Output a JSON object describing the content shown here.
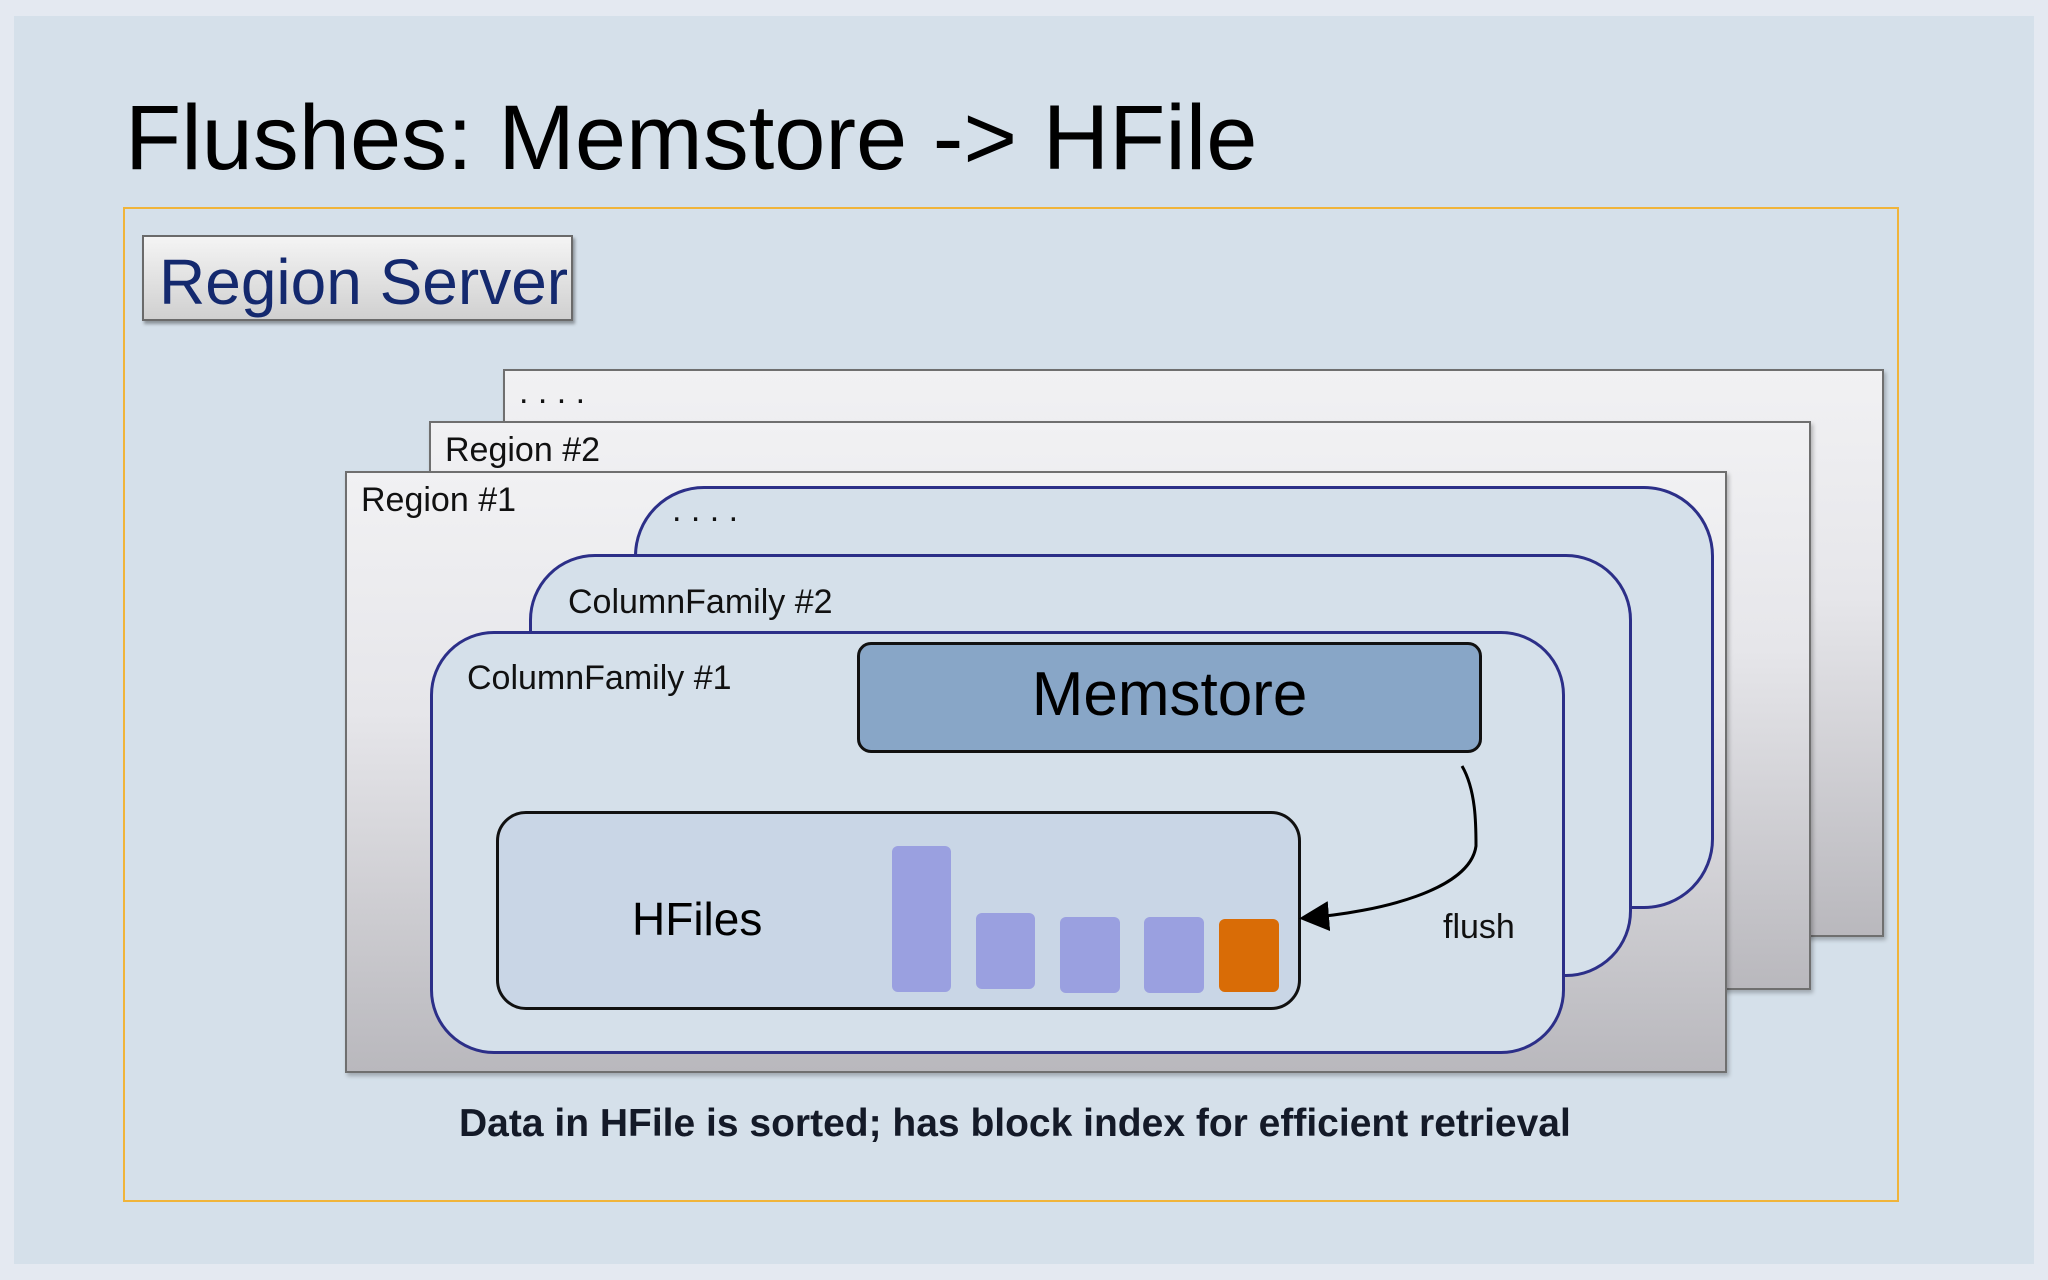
{
  "title": "Flushes: Memstore -> HFile",
  "region_server": {
    "label": "Region Server"
  },
  "regions": {
    "back": ". . . .",
    "r2": "Region #2",
    "r1": "Region #1"
  },
  "column_families": {
    "back": ". . . .",
    "cf2": "ColumnFamily #2",
    "cf1": "ColumnFamily #1"
  },
  "memstore": {
    "label": "Memstore"
  },
  "hfiles": {
    "label": "HFiles",
    "file_colors": [
      "#9aa0e0",
      "#9aa0e0",
      "#9aa0e0",
      "#9aa0e0",
      "#d96c06"
    ]
  },
  "flush": {
    "label": "flush",
    "arrow_icon": "curved-arrow-icon"
  },
  "caption": "Data in HFile is sorted; has block index for efficient retrieval",
  "colors": {
    "slide_background": "#d5e0ea",
    "server_border": "#f0b43a",
    "server_label_text": "#14296e",
    "column_family_border": "#2c2f88",
    "memstore_fill": "#88a6c7",
    "hfile_block": "#9aa0e0",
    "new_hfile_block": "#d96c06"
  }
}
